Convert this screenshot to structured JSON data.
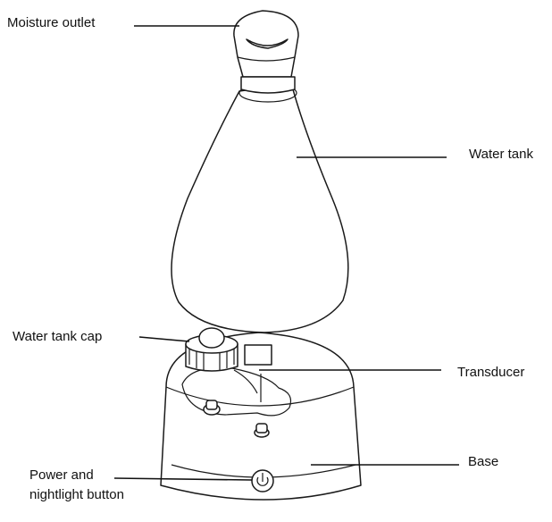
{
  "labels": {
    "moisture_outlet": "Moisture outlet",
    "water_tank": "Water tank",
    "water_tank_cap": "Water tank cap",
    "transducer": "Transducer",
    "base": "Base",
    "power_line1": "Power and",
    "power_line2": "nightlight button"
  }
}
